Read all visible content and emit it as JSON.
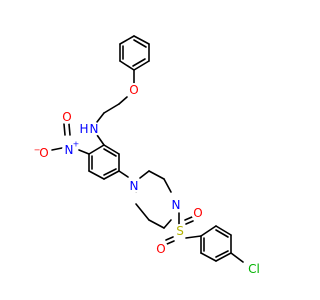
{
  "molecule": {
    "atom_labels": {
      "nh_n": "N",
      "nh_h": "H",
      "ether_o": "O",
      "nitro_n": "N",
      "nitro_plus": "+",
      "nitro_o_top": "O",
      "nitro_o_left": "O",
      "nitro_minus": "−",
      "pip_n1": "N",
      "pip_n2": "N",
      "sulfonyl_s": "S",
      "sulfonyl_o_top": "O",
      "sulfonyl_o_bottom": "O",
      "chlorine": "Cl"
    },
    "colors": {
      "carbon_bond": "#000000",
      "nitrogen": "#0000ff",
      "oxygen": "#ff0000",
      "sulfur": "#b2b200",
      "chlorine": "#00b200"
    }
  }
}
